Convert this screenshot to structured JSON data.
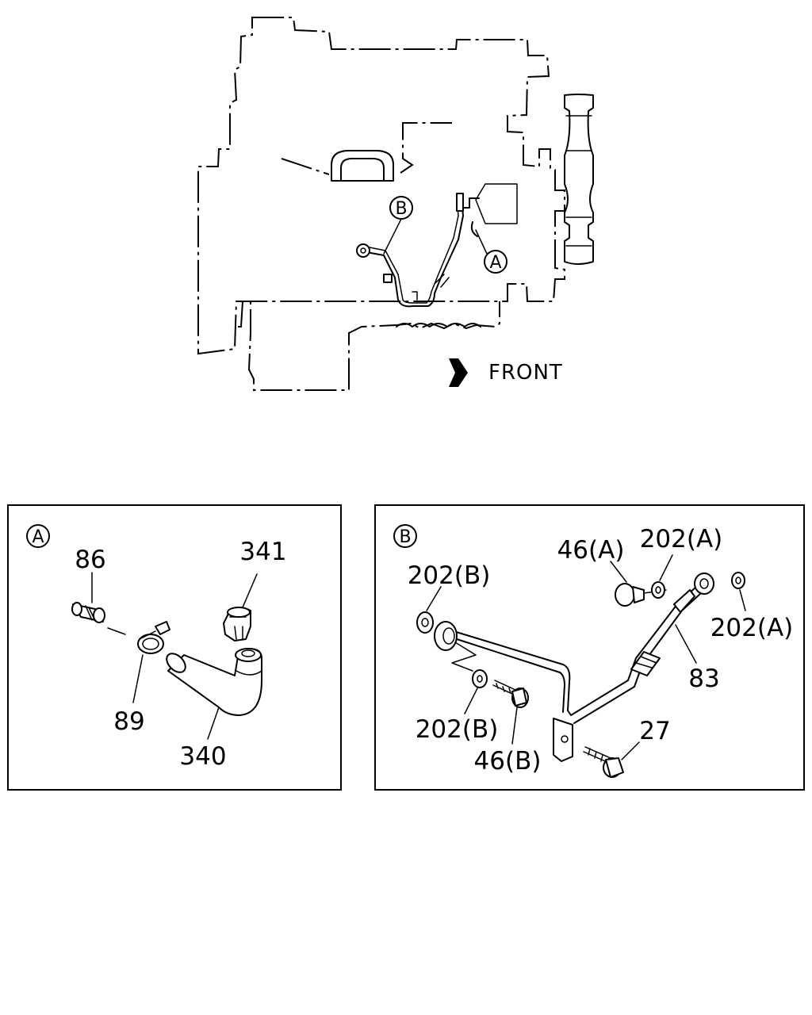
{
  "overview": {
    "front_label": "FRONT",
    "callout_a": "A",
    "callout_b": "B"
  },
  "panel_a": {
    "badge": "A",
    "labels": {
      "p86": "86",
      "p341": "341",
      "p89": "89",
      "p340": "340"
    }
  },
  "panel_b": {
    "badge": "B",
    "labels": {
      "p46a": "46(A)",
      "p202a_top": "202(A)",
      "p202b_top": "202(B)",
      "p202a_right": "202(A)",
      "p83": "83",
      "p202b_bottom": "202(B)",
      "p46b": "46(B)",
      "p27": "27"
    }
  }
}
